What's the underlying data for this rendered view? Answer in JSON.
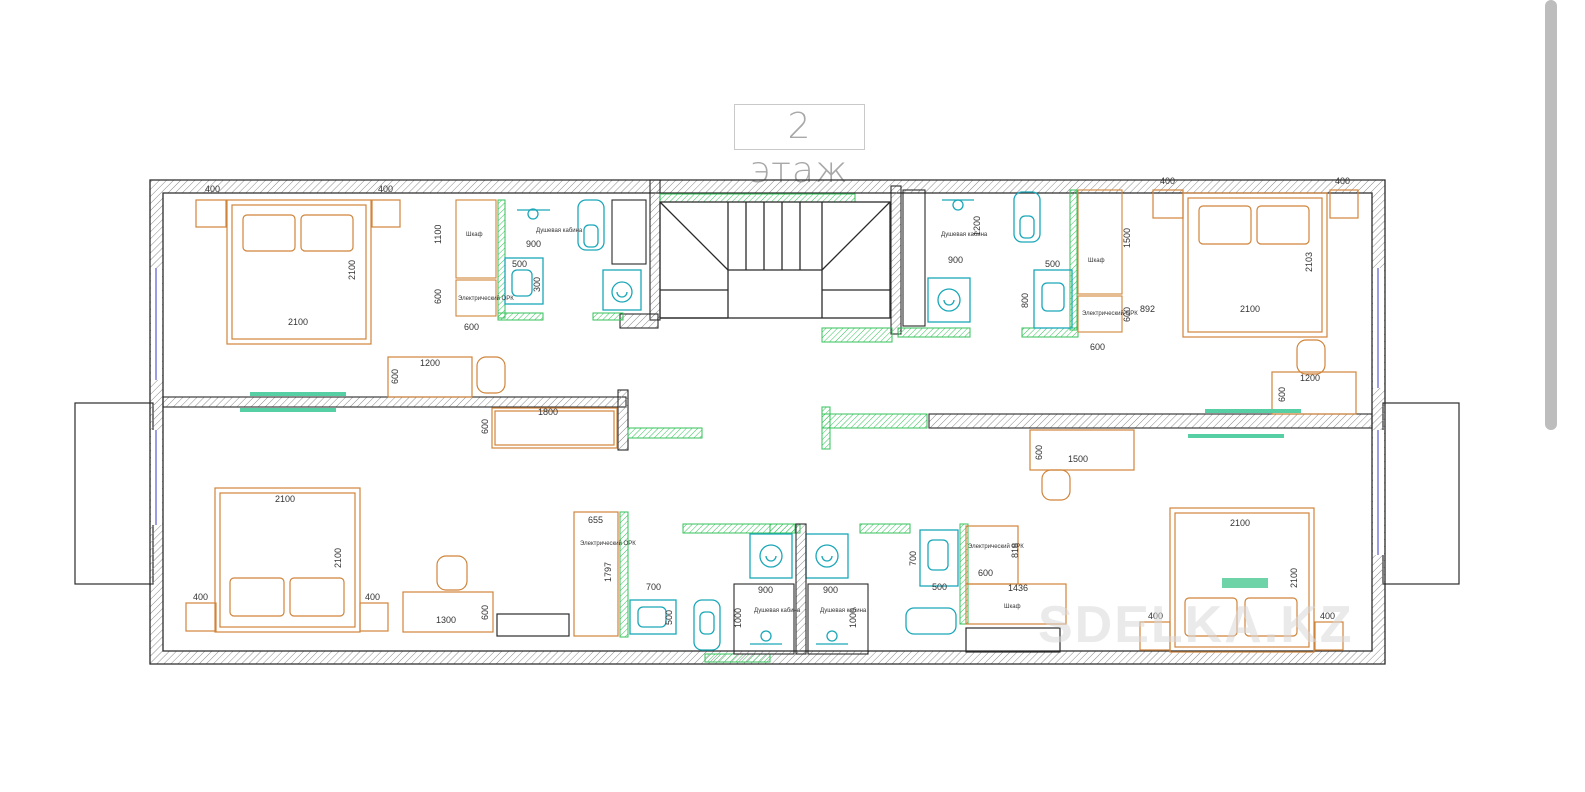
{
  "title": "2  этаж",
  "watermark": "SDELKA.KZ",
  "colors": {
    "wall": "#2b2b2b",
    "hatch": "#888888",
    "furniture": "#d0843a",
    "plumbing": "#1aa7b8",
    "partition": "#35c25a",
    "window": "#7a7ad8",
    "accent": "#6fd3a8"
  },
  "labels": {
    "wardrobe": "Шкаф",
    "shower": "Душевая кабина",
    "water_heater": "Электрический ОРК"
  },
  "dims": {
    "bed_2100": "2100",
    "d400": "400",
    "d1100": "1100",
    "d600": "600",
    "d800": "800",
    "d900": "900",
    "d500": "500",
    "d300": "300",
    "d1200": "1200",
    "d1800": "1800",
    "d1500": "1500",
    "d892": "892",
    "d2103": "2103",
    "d655": "655",
    "d1797": "1797",
    "d700": "700",
    "d1300": "1300",
    "d1000": "1000",
    "d818": "818",
    "d1436": "1436"
  }
}
